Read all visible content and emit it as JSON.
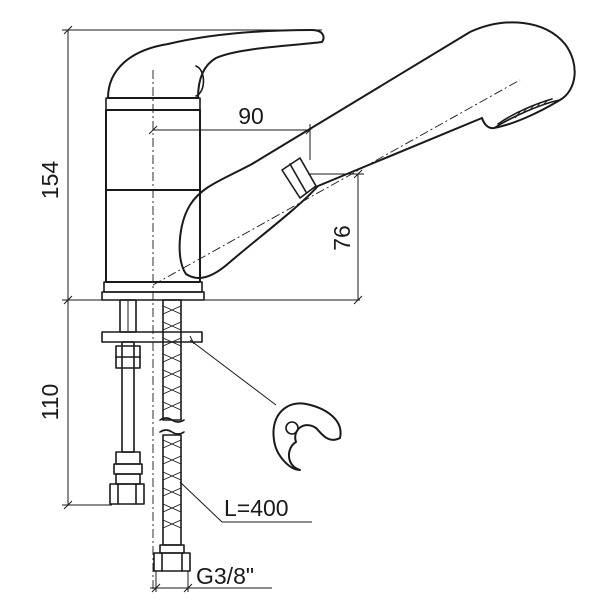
{
  "drawing": {
    "title": "",
    "dimensions": {
      "total_height": "154",
      "spout_reach": "90",
      "spout_height": "76",
      "below_deck_length": "110",
      "hose_length": "L=400",
      "thread": "G3/8\""
    }
  }
}
